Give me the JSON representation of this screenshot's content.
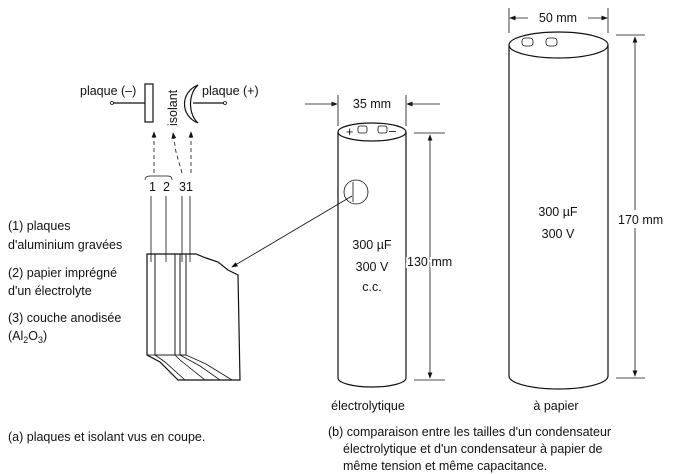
{
  "part_a": {
    "plate_neg": "plaque (–)",
    "insulator": "isolant",
    "plate_pos": "plaque (+)",
    "layer_nums": [
      "1",
      "2",
      "31"
    ],
    "legend": [
      "(1) plaques",
      "d'aluminium gravées",
      "(2) papier imprégné",
      "d'un électrolyte",
      "(3) couche anodisée",
      "(Al",
      "2",
      "O",
      "3",
      ")"
    ],
    "caption": "(a) plaques et isolant vus en coupe."
  },
  "electrolytic": {
    "width": "35 mm",
    "height": "130 mm",
    "capacitance": "300 µF",
    "voltage": "300 V",
    "type_dc": "c.c.",
    "plus": "+",
    "minus": "–",
    "label": "électrolytique"
  },
  "paper": {
    "width": "50 mm",
    "height": "170 mm",
    "capacitance": "300 µF",
    "voltage": "300 V",
    "label": "à papier"
  },
  "caption_b": [
    "(b) comparaison entre les tailles d'un condensateur",
    "électrolytique et d'un condensateur à papier de",
    "même tension et même capacitance."
  ]
}
